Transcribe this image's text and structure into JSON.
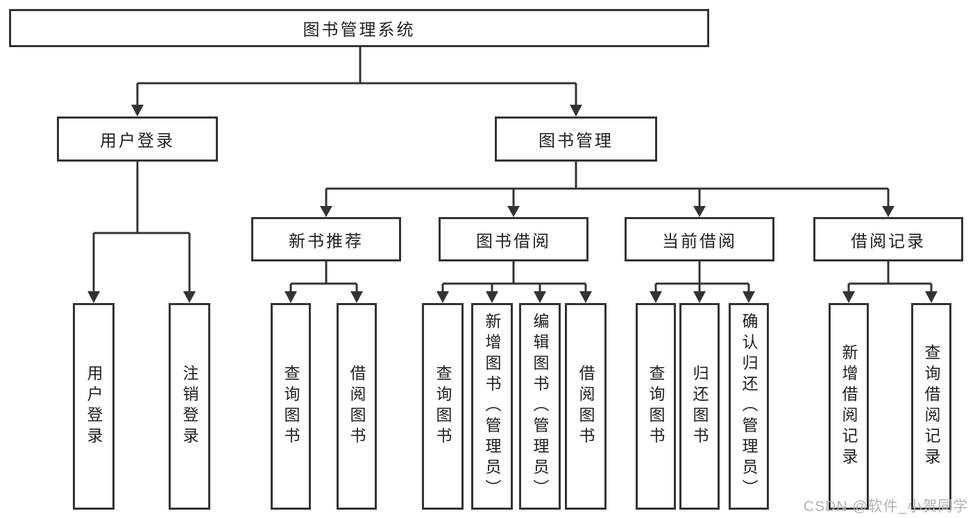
{
  "diagram": {
    "root": {
      "label": "图书管理系统"
    },
    "branches": [
      {
        "label": "用户登录",
        "children": [
          {
            "label": "用户登录"
          },
          {
            "label": "注销登录"
          }
        ]
      },
      {
        "label": "图书管理",
        "children": [
          {
            "label": "新书推荐",
            "children": [
              {
                "label": "查询图书"
              },
              {
                "label": "借阅图书"
              }
            ]
          },
          {
            "label": "图书借阅",
            "children": [
              {
                "label": "查询图书"
              },
              {
                "label": "新增图书（管理员）"
              },
              {
                "label": "编辑图书（管理员）"
              },
              {
                "label": "借阅图书"
              }
            ]
          },
          {
            "label": "当前借阅",
            "children": [
              {
                "label": "查询图书"
              },
              {
                "label": "归还图书"
              },
              {
                "label": "确认归还（管理员）"
              }
            ]
          },
          {
            "label": "借阅记录",
            "children": [
              {
                "label": "新增借阅记录"
              },
              {
                "label": "查询借阅记录"
              }
            ]
          }
        ]
      }
    ]
  },
  "watermark": "CSDN @软件_小贺同学",
  "colors": {
    "line": "#333333",
    "text": "#1f1f1f",
    "background": "#ffffff",
    "watermark": "#b3b3b3"
  }
}
